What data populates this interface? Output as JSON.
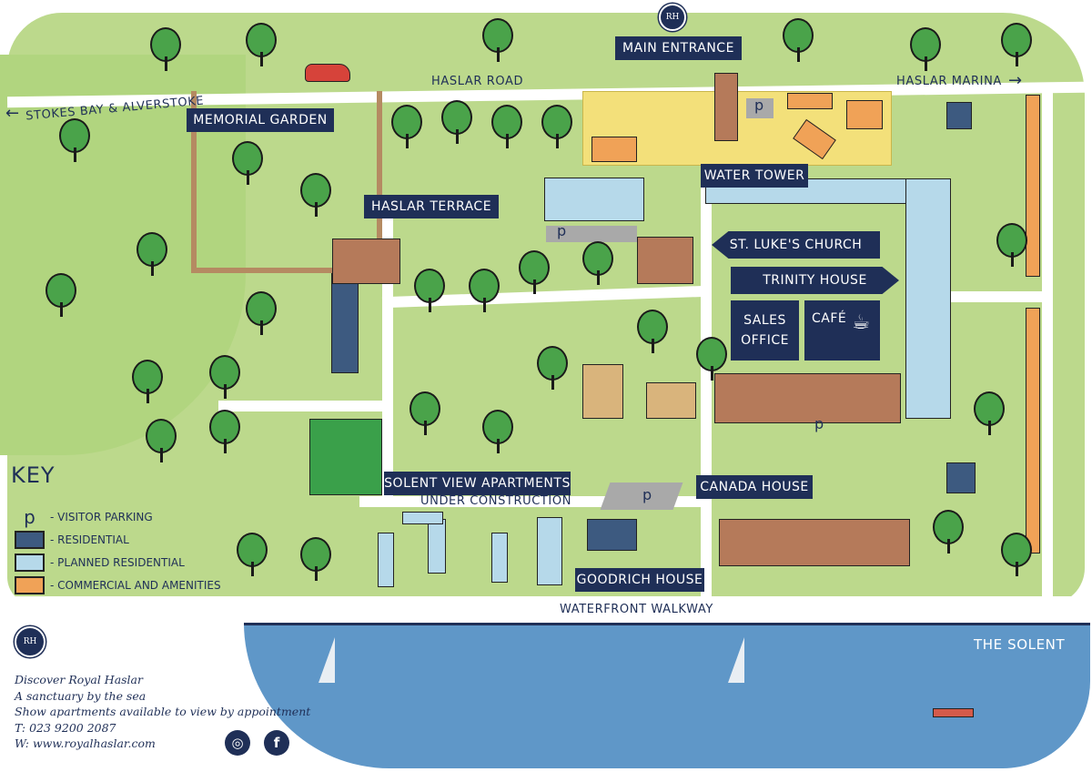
{
  "map": {
    "labels": {
      "main_entrance": "MAIN ENTRANCE",
      "memorial_garden": "MEMORIAL GARDEN",
      "haslar_terrace": "HASLAR TERRACE",
      "water_tower": "WATER TOWER",
      "st_lukes_church": "ST. LUKE'S CHURCH",
      "trinity_house": "TRINITY HOUSE",
      "sales_office": "SALES OFFICE",
      "cafe": "CAFÉ",
      "solent_view": "SOLENT VIEW APARTMENTS",
      "under_construction": "UNDER CONSTRUCTION",
      "canada_house": "CANADA HOUSE",
      "goodrich_house": "GOODRICH HOUSE",
      "the_solent": "THE SOLENT"
    },
    "roads": {
      "haslar_road": "HASLAR ROAD",
      "haslar_marina": "HASLAR MARINA",
      "stokes_bay": "STOKES BAY & ALVERSTOKE",
      "waterfront_walkway": "WATERFRONT WALKWAY"
    },
    "parking_symbol": "p",
    "logo_text": "RH"
  },
  "key": {
    "title": "KEY",
    "items": [
      {
        "symbol": "p",
        "label": "- VISITOR PARKING"
      },
      {
        "color": "#3d5a80",
        "label": "- RESIDENTIAL"
      },
      {
        "color": "#b6d9ea",
        "label": "- PLANNED RESIDENTIAL"
      },
      {
        "color": "#f0a257",
        "label": "- COMMERCIAL AND AMENITIES"
      }
    ]
  },
  "info": {
    "line1": "Discover Royal Haslar",
    "line2": "A sanctuary by the sea",
    "line3": "Show apartments available to view by appointment",
    "phone": "T: 023 9200 2087",
    "web": "W: www.royalhaslar.com"
  },
  "social": {
    "instagram": "instagram-icon",
    "facebook": "facebook-icon"
  },
  "colors": {
    "navy": "#1f2f57",
    "grass": "#bcd98c",
    "sea": "#5f97c8",
    "commercial": "#f0a257",
    "planned": "#b6d9ea",
    "residential": "#3d5a80"
  }
}
